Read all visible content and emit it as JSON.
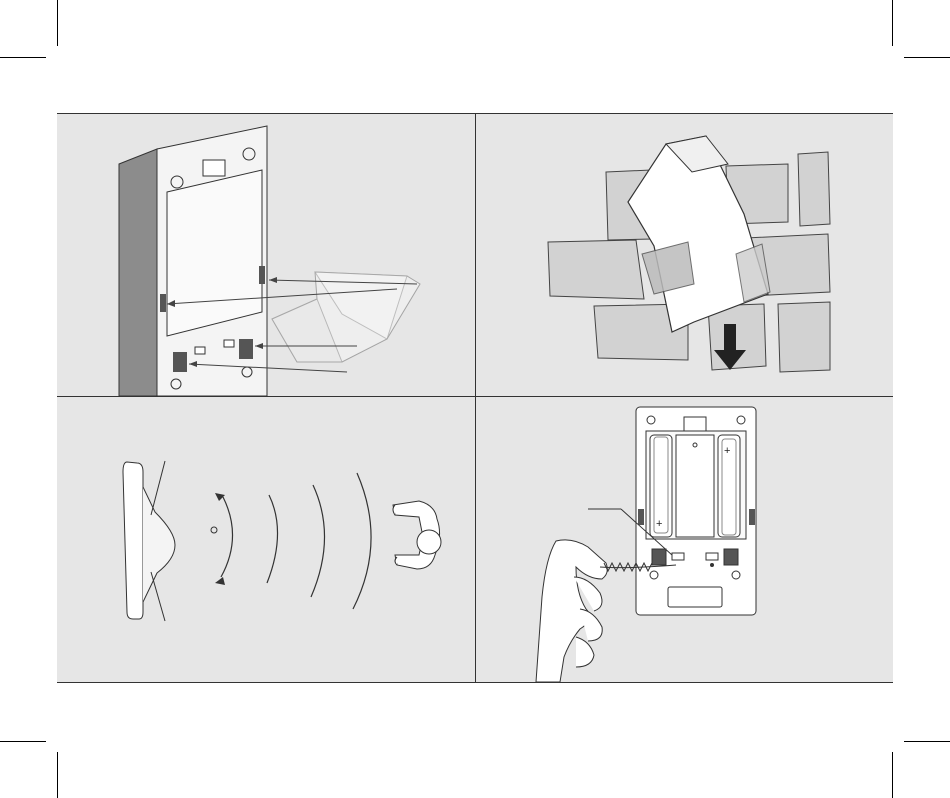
{
  "page": {
    "panels": [
      {
        "id": "step-mount-bracket",
        "description_icon": "bracket-attach-diagram"
      },
      {
        "id": "step-slide-down",
        "description_icon": "wall-mount-diagram"
      },
      {
        "id": "step-detection-range",
        "description_icon": "motion-detection-diagram"
      },
      {
        "id": "step-press-button",
        "description_icon": "battery-compartment-diagram"
      }
    ],
    "colors": {
      "panel_background": "#e6e6e6",
      "line": "#333333",
      "dark_tab": "#555555",
      "device_side": "#8c8c8c",
      "brick": "#d2d2d2"
    },
    "battery_markings": [
      "+",
      "+"
    ]
  }
}
